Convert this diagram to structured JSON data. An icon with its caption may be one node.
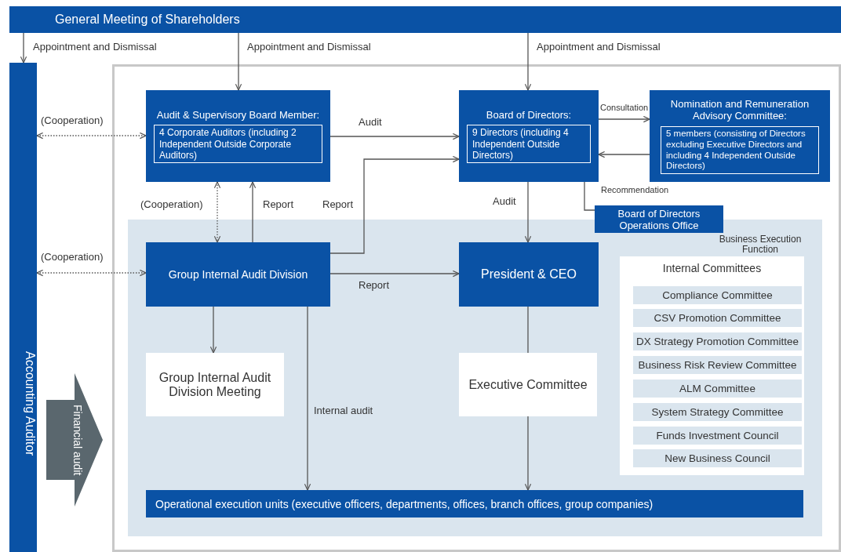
{
  "diagram": {
    "nodes": [
      {
        "text": [
          "General Meeting of Shareholders"
        ]
      },
      {
        "text": [
          "Accounting Auditor"
        ]
      },
      {
        "text": [],
        "shape": "box"
      },
      {
        "text": [
          "Audit & Supervisory Board Member:",
          "4 Corporate Auditors (including 2 Independent Outside Corporate Auditors)"
        ],
        "in": 2
      },
      {
        "text": [
          "Board of Directors:",
          "9 Directors (including 4 Independent Outside Directors)"
        ],
        "in": 2
      },
      {
        "text": [
          "Nomination and Remuneration Advisory Committee:",
          "5 members (consisting of Directors excluding Executive Directors and including 4 Independent Outside Directors)"
        ],
        "in": 2
      },
      {
        "text": [
          "Board of Directors Operations Office"
        ],
        "in": 2
      },
      {
        "text": [
          "Business Execution Function"
        ],
        "in": 2
      },
      {
        "text": [
          "Group Internal Audit Division"
        ],
        "in": 7
      },
      {
        "text": [
          "President & CEO"
        ],
        "in": 7
      },
      {
        "text": [
          "Group Internal Audit Division Meeting"
        ],
        "in": 7
      },
      {
        "text": [
          "Executive Committee"
        ],
        "in": 7
      },
      {
        "text": [
          "Internal Committees"
        ],
        "in": 7
      },
      {
        "text": [
          "Compliance Committee"
        ],
        "in": 12
      },
      {
        "text": [
          "CSV Promotion Committee"
        ],
        "in": 12
      },
      {
        "text": [
          "DX Strategy Promotion Committee"
        ],
        "in": 12
      },
      {
        "text": [
          "Business Risk Review Committee"
        ],
        "in": 12
      },
      {
        "text": [
          "ALM Committee"
        ],
        "in": 12
      },
      {
        "text": [
          "System Strategy Committee"
        ],
        "in": 12
      },
      {
        "text": [
          "Funds Investment Council"
        ],
        "in": 12
      },
      {
        "text": [
          "New Business Council"
        ],
        "in": 12
      },
      {
        "text": [
          "Operational execution units (executive officers, departments, offices, branch offices, group companies)"
        ],
        "in": 7
      },
      {
        "text": [
          "Financial audit"
        ]
      }
    ],
    "edges": [
      {
        "from": 0,
        "to": 1,
        "arrow": "to",
        "label": "Appointment and Dismissal"
      },
      {
        "from": 0,
        "to": 3,
        "arrow": "to",
        "label": "Appointment and Dismissal"
      },
      {
        "from": 0,
        "to": 4,
        "arrow": "to",
        "label": "Appointment and Dismissal"
      },
      {
        "from": 1,
        "to": 3,
        "arrow": "both",
        "label": "(Cooperation)",
        "style": "dashed"
      },
      {
        "from": 3,
        "to": 4,
        "arrow": "to",
        "label": "Audit"
      },
      {
        "from": 4,
        "to": 5,
        "arrow": "to",
        "label": "Consultation"
      },
      {
        "from": 5,
        "to": 4,
        "arrow": "to",
        "label": "Recommendation"
      },
      {
        "from": 4,
        "to": 6,
        "arrow": "none"
      },
      {
        "from": 3,
        "to": 8,
        "arrow": "both",
        "label": "(Cooperation)",
        "style": "dashed"
      },
      {
        "from": 8,
        "to": 3,
        "arrow": "to",
        "label": "Report"
      },
      {
        "from": 8,
        "to": 4,
        "arrow": "to",
        "label": "Report"
      },
      {
        "from": 4,
        "to": 9,
        "arrow": "to",
        "label": "Audit"
      },
      {
        "from": 1,
        "to": 8,
        "arrow": "both",
        "label": "(Cooperation)",
        "style": "dashed"
      },
      {
        "from": 8,
        "to": 9,
        "arrow": "to",
        "label": "Report"
      },
      {
        "from": 8,
        "to": 10,
        "arrow": "to"
      },
      {
        "from": 8,
        "to": 21,
        "arrow": "to",
        "label": "Internal audit"
      },
      {
        "from": 9,
        "to": 11,
        "arrow": "none"
      },
      {
        "from": 11,
        "to": 21,
        "arrow": "to"
      }
    ]
  }
}
